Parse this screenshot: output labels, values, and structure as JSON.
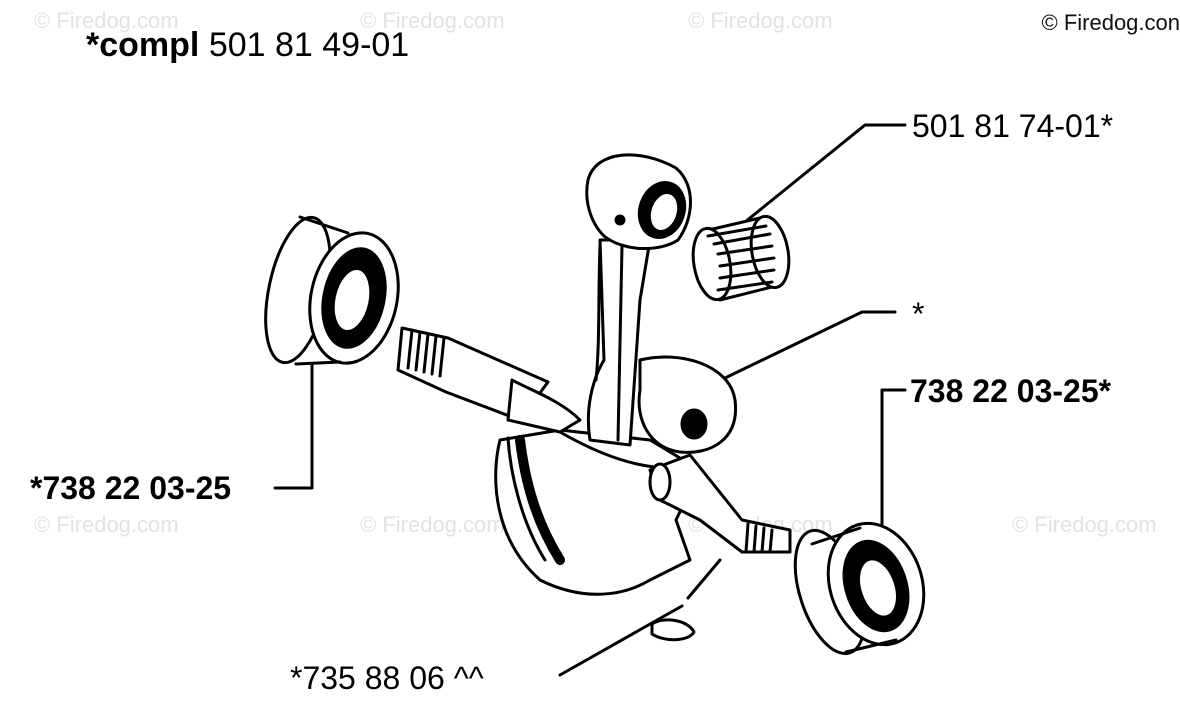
{
  "watermark": {
    "text": "© Firedog.com",
    "corner_text": "© Firedog.con"
  },
  "title": {
    "prefix": "*compl",
    "number": "501 81 49-01"
  },
  "labels": {
    "needle_bearing": "501 81 74-01*",
    "conrod_star": "*",
    "right_bearing": "738 22 03-25*",
    "left_bearing": "*738 22 03-25",
    "woodruff_key": "*735 88 06 ^^"
  },
  "colors": {
    "ink": "#000000",
    "watermark": "#e2e2e2"
  }
}
